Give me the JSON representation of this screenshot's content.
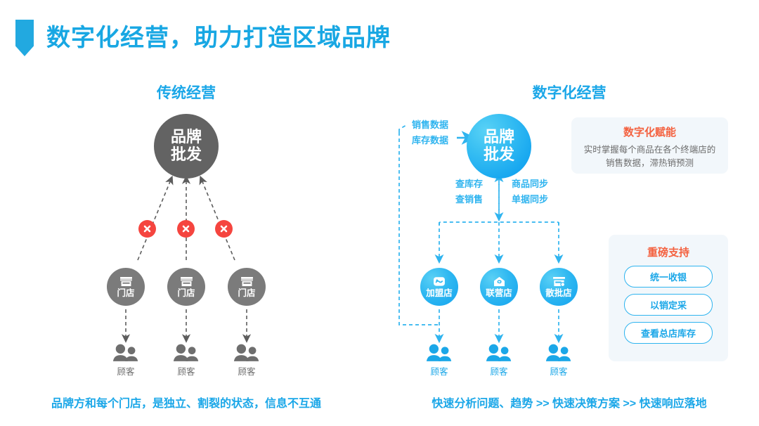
{
  "header": {
    "title": "数字化经营，助力打造区域品牌",
    "accent_color": "#18a7e3",
    "mark_icon": "bookmark-shield-icon"
  },
  "sections": {
    "left": {
      "title": "传统经营",
      "caption": "品牌方和每个门店，是独立、割裂的状态，信息不互通",
      "hub": {
        "line1": "品牌",
        "line2": "批发",
        "color": "#636363"
      },
      "blockers": [
        {
          "icon": "x-close-icon",
          "color": "#f5453f"
        },
        {
          "icon": "x-close-icon",
          "color": "#f5453f"
        },
        {
          "icon": "x-close-icon",
          "color": "#f5453f"
        }
      ],
      "stores": [
        {
          "label": "门店",
          "icon": "storefront-icon"
        },
        {
          "label": "门店",
          "icon": "storefront-icon"
        },
        {
          "label": "门店",
          "icon": "storefront-icon"
        }
      ],
      "customers": [
        {
          "label": "顾客",
          "icon": "people-icon"
        },
        {
          "label": "顾客",
          "icon": "people-icon"
        },
        {
          "label": "顾客",
          "icon": "people-icon"
        }
      ]
    },
    "right": {
      "title": "数字化经营",
      "caption": "快速分析问题、趋势  >>  快速决策方案  >>  快速响应落地",
      "hub": {
        "line1": "品牌",
        "line2": "批发",
        "color": "#16a6f0"
      },
      "flow_labels": {
        "inbound": "销售数据\n库存数据",
        "inbound_line1": "销售数据",
        "inbound_line2": "库存数据",
        "query_line1": "查库存",
        "query_line2": "查销售",
        "sync_line1": "商品同步",
        "sync_line2": "单据同步"
      },
      "stores": [
        {
          "label": "加盟店",
          "icon": "handshake-icon"
        },
        {
          "label": "联营店",
          "icon": "house-link-icon"
        },
        {
          "label": "散批店",
          "icon": "shop-cart-icon"
        }
      ],
      "customers": [
        {
          "label": "顾客",
          "icon": "people-icon"
        },
        {
          "label": "顾客",
          "icon": "people-icon"
        },
        {
          "label": "顾客",
          "icon": "people-icon"
        }
      ],
      "cards": [
        {
          "heading": "数字化赋能",
          "body": "实时掌握每个商品在各个终端店的销售数据，滞热销预测",
          "heading_color": "#f4613f"
        },
        {
          "heading": "重磅支持",
          "heading_color": "#f4613f",
          "pills": [
            "统一收银",
            "以销定采",
            "查看总店库存"
          ]
        }
      ]
    }
  }
}
